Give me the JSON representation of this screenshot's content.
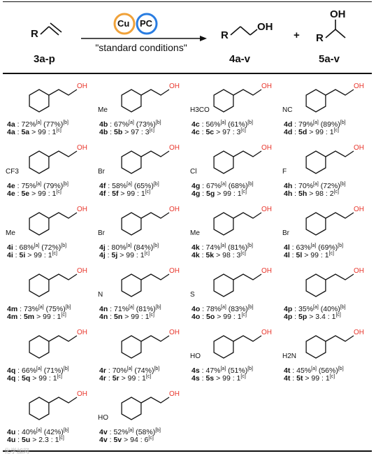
{
  "scheme": {
    "reactant_label": "3a-p",
    "product1_label": "4a-v",
    "product2_label": "5a-v",
    "catalyst1": "Cu",
    "catalyst2": "PC",
    "conditions": "\"standard conditions\"",
    "plus": "+",
    "r_label": "R",
    "oh_label": "OH"
  },
  "entries": [
    {
      "id": "4a",
      "sub": "",
      "y4": "72%",
      "y4b": "77%",
      "id5": "5a",
      "ratio": "> 99 : 1"
    },
    {
      "id": "4b",
      "sub": "Me",
      "y4": "67%",
      "y4b": "73%",
      "id5": "5b",
      "ratio": "> 97 : 3"
    },
    {
      "id": "4c",
      "sub": "H3CO",
      "y4": "56%",
      "y4b": "61%",
      "id5": "5c",
      "ratio": "> 97 : 3"
    },
    {
      "id": "4d",
      "sub": "NC",
      "y4": "79%",
      "y4b": "89%",
      "id5": "5d",
      "ratio": "> 99 : 1"
    },
    {
      "id": "4e",
      "sub": "CF3",
      "y4": "75%",
      "y4b": "79%",
      "id5": "5e",
      "ratio": "> 99 : 1"
    },
    {
      "id": "4f",
      "sub": "Br",
      "y4": "58%",
      "y4b": "65%",
      "id5": "5f",
      "ratio": "> 99 : 1"
    },
    {
      "id": "4g",
      "sub": "Cl",
      "y4": "67%",
      "y4b": "68%",
      "id5": "5g",
      "ratio": "> 99 : 1"
    },
    {
      "id": "4h",
      "sub": "F",
      "y4": "70%",
      "y4b": "72%",
      "id5": "5h",
      "ratio": "> 98 : 2"
    },
    {
      "id": "4i",
      "sub": "Me",
      "y4": "68%",
      "y4b": "72%",
      "id5": "5i",
      "ratio": "> 99 : 1"
    },
    {
      "id": "4j",
      "sub": "Br",
      "y4": "80%",
      "y4b": "84%",
      "id5": "5j",
      "ratio": "> 99 : 1"
    },
    {
      "id": "4k",
      "sub": "Me",
      "y4": "74%",
      "y4b": "81%",
      "id5": "5k",
      "ratio": "> 98 : 3"
    },
    {
      "id": "4l",
      "sub": "Br",
      "y4": "63%",
      "y4b": "69%",
      "id5": "5l",
      "ratio": "> 99 : 1"
    },
    {
      "id": "4m",
      "sub": "",
      "y4": "73%",
      "y4b": "75%",
      "id5": "5m",
      "ratio": "> 99 : 1"
    },
    {
      "id": "4n",
      "sub": "N",
      "y4": "71%",
      "y4b": "81%",
      "id5": "5n",
      "ratio": "> 99 : 1"
    },
    {
      "id": "4o",
      "sub": "S",
      "y4": "78%",
      "y4b": "83%",
      "id5": "5o",
      "ratio": "> 99 : 1"
    },
    {
      "id": "4p",
      "sub": "",
      "y4": "35%",
      "y4b": "40%",
      "id5": "5p",
      "ratio": "> 3.4 : 1"
    },
    {
      "id": "4q",
      "sub": "",
      "y4": "66%",
      "y4b": "71%",
      "id5": "5q",
      "ratio": "> 99 : 1"
    },
    {
      "id": "4r",
      "sub": "",
      "y4": "70%",
      "y4b": "74%",
      "id5": "5r",
      "ratio": "> 99 : 1"
    },
    {
      "id": "4s",
      "sub": "HO",
      "y4": "47%",
      "y4b": "51%",
      "id5": "5s",
      "ratio": "> 99 : 1"
    },
    {
      "id": "4t",
      "sub": "H2N",
      "y4": "45%",
      "y4b": "56%",
      "id5": "5t",
      "ratio": "> 99 : 1"
    },
    {
      "id": "4u",
      "sub": "",
      "y4": "40%",
      "y4b": "42%",
      "id5": "5u",
      "ratio": "> 2.3 : 1"
    },
    {
      "id": "4v",
      "sub": "HO",
      "y4": "52%",
      "y4b": "58%",
      "id5": "5v",
      "ratio": "> 94 : 6"
    }
  ],
  "notes": {
    "a": "[a]",
    "b": "[b]",
    "c": "[c]",
    "oh": "OH"
  },
  "watermark": "化学加网"
}
